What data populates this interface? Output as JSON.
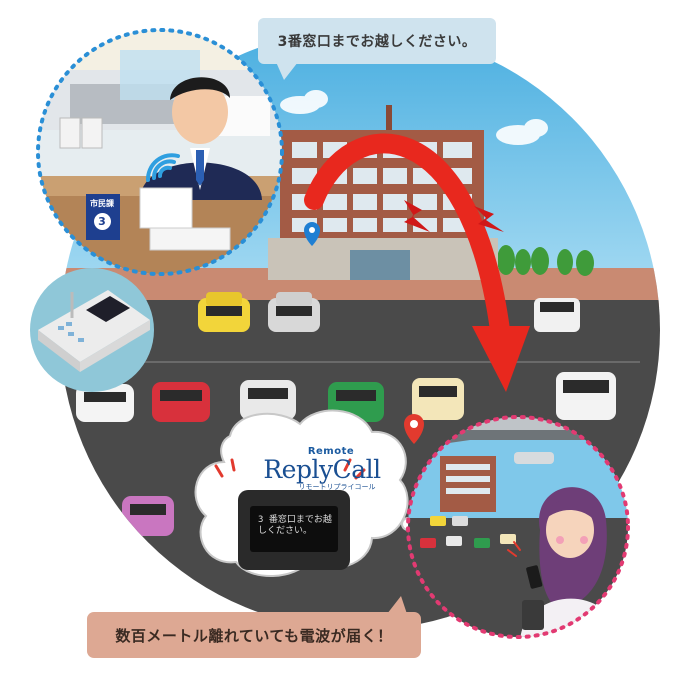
{
  "top_bubble": {
    "text": "3番窓口までお越しください。"
  },
  "bottom_bubble": {
    "text": "数百メートル離れていても電波が届く！"
  },
  "brand": {
    "small": "Remote",
    "name": "ReplyCall",
    "sub": "リモートリプライコール"
  },
  "device_screen": {
    "line1": "3 番窓口までお越",
    "line2": "しください。"
  },
  "counter_sign": {
    "label": "市民課",
    "number": "3"
  },
  "colors": {
    "sky": "#5dbde8",
    "road": "#4a4a4a",
    "building": "#a35b45",
    "arrow": "#e8281e",
    "dotted_blue": "#2a8fd6",
    "dotted_pink": "#e23a72",
    "top_bubble_bg": "#cfe3ee",
    "bottom_bubble_bg": "#dda893"
  },
  "icons": [
    "signal-wave-icon",
    "lightning-icon",
    "map-pin-icon",
    "arrow-curve-icon"
  ]
}
